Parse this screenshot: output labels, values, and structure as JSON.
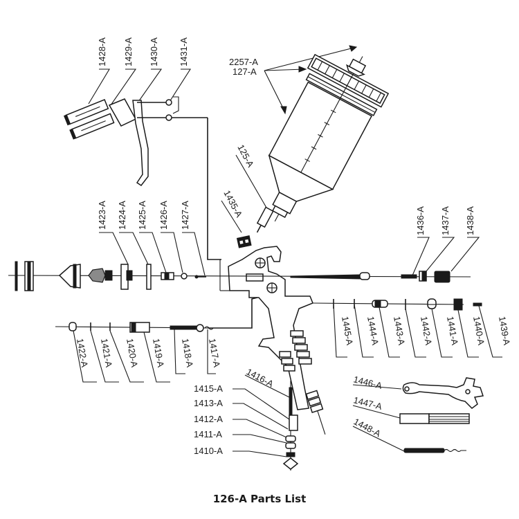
{
  "title": "126-A Parts List",
  "colors": {
    "ink": "#1a1a1a",
    "background": "#ffffff"
  },
  "labels": {
    "trigger_group": [
      "1428-A",
      "1429-A",
      "1430-A",
      "1431-A"
    ],
    "cup_group": [
      "2257-A",
      "127-A"
    ],
    "cup_feed": [
      "125-A",
      "1435-A"
    ],
    "air_cap_group": [
      "1423-A",
      "1424-A",
      "1425-A",
      "1426-A",
      "1427-A"
    ],
    "needle_rear_group": [
      "1436-A",
      "1437-A",
      "1438-A"
    ],
    "air_valve_group": [
      "1445-A",
      "1444-A",
      "1443-A",
      "1442-A",
      "1441-A",
      "1440-A",
      "1439-A"
    ],
    "fan_control_group": [
      "1422-A",
      "1421-A",
      "1420-A",
      "1419-A",
      "1418-A",
      "1417-A"
    ],
    "air_inlet_group": [
      "1416-A",
      "1415-A",
      "1413-A",
      "1412-A",
      "1411-A",
      "1410-A"
    ],
    "tools_group": [
      "1446-A",
      "1447-A",
      "1448-A"
    ]
  }
}
